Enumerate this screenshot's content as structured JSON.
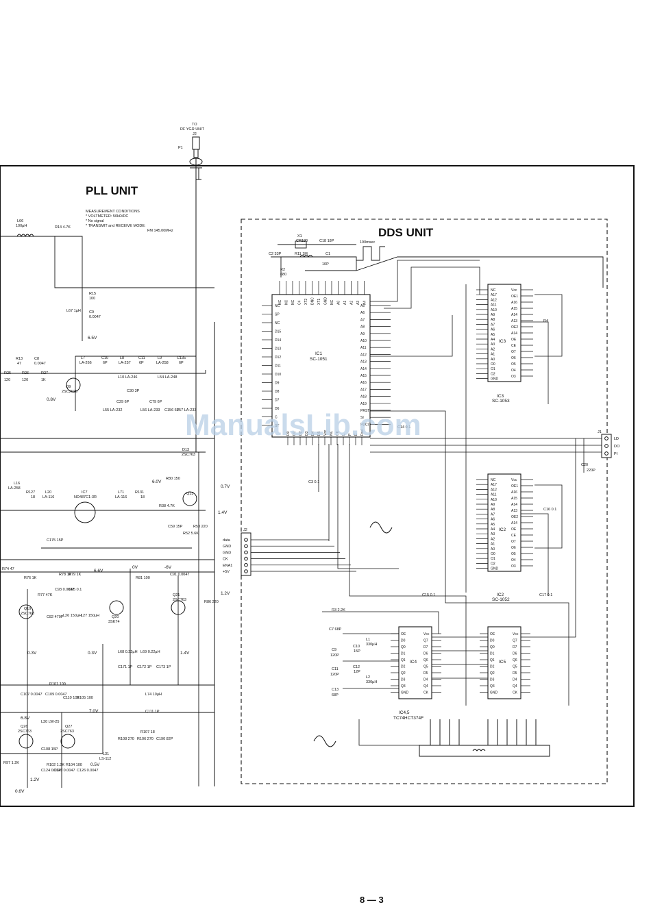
{
  "header": {
    "to_label": "TO",
    "to_target": "RF YGR UNIT",
    "connector_j2": "J2",
    "plug_p1": "P1"
  },
  "pll": {
    "title": "PLL UNIT",
    "conditions_title": "MEASUREMENT CONDITIONS",
    "conditions": [
      "* VOLTMETER: 50kΩ/DC",
      "* No signal",
      "* TRANSMIT and RECEIVE MODE:"
    ],
    "freq": "FM 145.00MHz",
    "voltages": [
      "6.5V",
      "0.8V",
      "6.0V",
      "0.7V",
      "1.4V",
      "6.6V",
      "0V",
      "-6V",
      "1.2V",
      "0.3V",
      "1.4V",
      "7.0V",
      "6.8V",
      "0.5V",
      "1.2V",
      "0.6V",
      "0.3V"
    ],
    "labels": [
      "L66",
      "100µH",
      "R14 4.7K",
      "R15",
      "100",
      "L67 1µH",
      "C9",
      "0.0047",
      "L7",
      "LA-266",
      "C10",
      "6P",
      "L8",
      "LA-257",
      "C11",
      "6P",
      "L9",
      "LA-258",
      "C135",
      "6P",
      "L10 LA-246",
      "L54 LA-248",
      "C30 3P",
      "Q9",
      "2SC2026",
      "L55 LA-232",
      "L56 LA-233",
      "L57 LA-233",
      "C29 6P",
      "C79 6P",
      "C156 6P",
      "R25",
      "120",
      "R26",
      "120",
      "R27",
      "1K",
      "R13",
      "47",
      "C8",
      "0.0047",
      "D13",
      "2SC763",
      "IC7",
      "ND487C1-3R",
      "L16",
      "LA-258",
      "L20",
      "LA-116",
      "L71",
      "LA-116",
      "R127",
      "18",
      "R131",
      "18",
      "Q13",
      "R53 220",
      "R52 5.6K",
      "R80 150",
      "R38 4.7K",
      "C59 15P",
      "C175 15P",
      "R76 1K",
      "R77 47K",
      "Q19",
      "2SC763",
      "C82 470P",
      "L26 150µH",
      "L27 150µH",
      "Q20",
      "3SK74",
      "R81 100",
      "C91 0.0047",
      "Q21",
      "2SC763",
      "R86 220",
      "L68 0.22µH",
      "L69 0.22µH",
      "C171 1P",
      "C172 1P",
      "C173 1P",
      "L74 10µH",
      "R101 100",
      "C107 0.0047",
      "C109 0.0047",
      "C110 100",
      "R105 100",
      "C111 1P",
      "Q26",
      "2SC763",
      "Q27",
      "2SC763",
      "L30 LW-25",
      "C108 15P",
      "L31",
      "LS-112",
      "R108 270",
      "R107 18",
      "R106 270",
      "C190 82P",
      "R97 1.2K",
      "R102 1.2K",
      "C124 0.0047",
      "C125 0.0047",
      "C126 0.0047",
      "R104 100",
      "R78 1K",
      "R79 1K",
      "C93 0.0047",
      "C95 0.1",
      "R74 47"
    ]
  },
  "dds": {
    "title": "DDS UNIT",
    "ic1": {
      "ref": "IC1",
      "part": "SC-1051"
    },
    "ic2": {
      "ref": "IC2",
      "part": "SC-1052"
    },
    "ic3": {
      "ref": "IC3",
      "part": "SC-1053"
    },
    "ic45": {
      "ref": "IC4,5",
      "part": "TC74HCT374F"
    },
    "ic4_label": "IC4",
    "ic5_label": "IC5",
    "crystal": {
      "ref": "X1",
      "part": "CR180"
    },
    "parts": [
      "C18 18P",
      "C2 33P",
      "R11 1M",
      "C1",
      "10P",
      "R2",
      "680",
      "C3 0.1",
      "C15 0.1",
      "C17 0.1",
      "C16 0.1",
      "C20",
      "220P",
      "R3 2.2K",
      "C7 68P",
      "C9",
      "120P",
      "C11",
      "120P",
      "C13",
      "68P",
      "C10",
      "15P",
      "C12",
      "12P",
      "L1",
      "330µH",
      "L2",
      "330µH",
      "C14 0.1",
      "R4"
    ],
    "clock_note": "190msec",
    "ic1_left_pins": [
      "NC",
      "SP",
      "NC",
      "D15",
      "D14",
      "D13",
      "D12",
      "D11",
      "D10",
      "D9",
      "D8",
      "D7",
      "D6",
      "C",
      "ST"
    ],
    "ic1_right_pins": [
      "A5",
      "A6",
      "A7",
      "A8",
      "A9",
      "A10",
      "A11",
      "A12",
      "A13",
      "A14",
      "A15",
      "A16",
      "A17",
      "A18",
      "A19",
      "PRST",
      "SI",
      "PDCI"
    ],
    "ic1_top_pins": [
      "NC",
      "NC",
      "NC",
      "C4",
      "XT2",
      "DNC",
      "XT1",
      "GND",
      "NC",
      "A0",
      "A1",
      "A2",
      "A3",
      "A4"
    ],
    "ic1_bottom_pins": [
      "D0",
      "D1",
      "D2",
      "D3",
      "D4",
      "D5",
      "Vcc",
      "NC",
      "CK",
      "L",
      "P",
      "E",
      "Fsel"
    ],
    "rom_left_pins": [
      "NC",
      "A17",
      "A12",
      "A11",
      "A10",
      "A9",
      "A8",
      "A7",
      "A6",
      "A5",
      "A4",
      "A3",
      "A2",
      "A1",
      "A0",
      "O0",
      "O1",
      "O2",
      "GND"
    ],
    "rom_right_pins": [
      "Vcc",
      "OE1",
      "A16",
      "A15",
      "A14",
      "A13",
      "OE2",
      "A14",
      "OE",
      "CE",
      "O7",
      "O6",
      "O5",
      "O4",
      "O3"
    ],
    "latch_left_pins": [
      "OE",
      "D0",
      "Q0",
      "D1",
      "Q1",
      "D2",
      "Q2",
      "D3",
      "Q3",
      "GND"
    ],
    "latch_right_pins": [
      "Vcc",
      "Q7",
      "D7",
      "D6",
      "Q6",
      "Q5",
      "D5",
      "D4",
      "Q4",
      "CK"
    ]
  },
  "j1": {
    "ref": "J1",
    "pins": [
      "LD",
      "DO",
      "PI"
    ]
  },
  "j2_pins": [
    "data",
    "GND",
    "GND",
    "CK",
    "ENA1",
    "+5V"
  ],
  "watermark": "ManualsLib.com",
  "page_number": "8 — 3"
}
